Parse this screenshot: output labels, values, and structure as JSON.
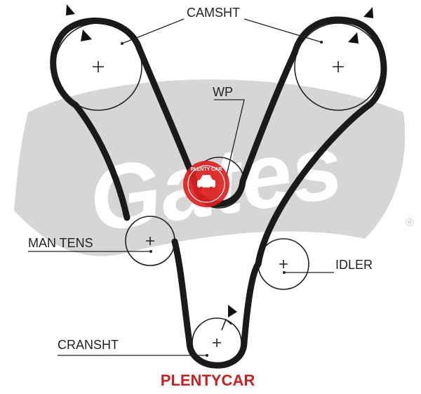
{
  "diagram": {
    "labels": {
      "camshaft": "CAMSHT",
      "water_pump": "WP",
      "tensioner": "MAN TENS",
      "idler": "IDLER",
      "crankshaft": "CRANSHT"
    },
    "watermark": {
      "brand_text": "Gates",
      "registered_mark": "®",
      "badge_text": "PLENTY CAR",
      "footer_text": "PLENTYCAR"
    },
    "colors": {
      "belt": "#1a1a1a",
      "line": "#222222",
      "watermark_gray": "#d6d6d6",
      "badge_red": "#e02020",
      "footer_red": "#cc1f1f"
    }
  }
}
